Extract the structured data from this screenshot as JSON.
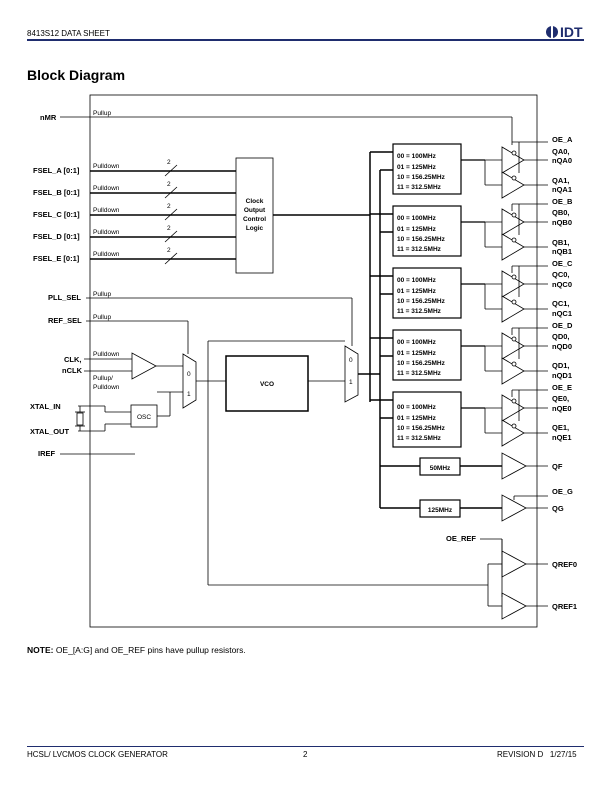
{
  "header": {
    "doc": "8413S12 DATA SHEET",
    "logo": "IDT"
  },
  "title": "Block Diagram",
  "inputs": {
    "nmr": "nMR",
    "fsel": [
      "FSEL_A [0:1]",
      "FSEL_B [0:1]",
      "FSEL_C [0:1]",
      "FSEL_D [0:1]",
      "FSEL_E [0:1]"
    ],
    "pll_sel": "PLL_SEL",
    "ref_sel": "REF_SEL",
    "clk": "CLK,",
    "nclk": "nCLK",
    "xtal_in": "XTAL_IN",
    "xtal_out": "XTAL_OUT",
    "iref": "IREF"
  },
  "resistors": {
    "pullup": "Pullup",
    "pulldown": "Pulldown",
    "pullup_pulldown_1": "Pullup/",
    "pullup_pulldown_2": "Pulldown"
  },
  "bus_width": "2",
  "blocks": {
    "control": [
      "Clock",
      "Output",
      "Control",
      "Logic"
    ],
    "vco": "VCO",
    "osc": "OSC",
    "mux0": "0",
    "mux1": "1",
    "freq_table": [
      "00 = 100MHz",
      "01 = 125MHz",
      "10 = 156.25MHz",
      "11 = 312.5MHz"
    ],
    "f50": "50MHz",
    "f125": "125MHz"
  },
  "outputs": {
    "oe_a": "OE_A",
    "qa0": "QA0,",
    "nqa0": "nQA0",
    "qa1": "QA1,",
    "nqa1": "nQA1",
    "oe_b": "OE_B",
    "qb0": "QB0,",
    "nqb0": "nQB0",
    "qb1": "QB1,",
    "nqb1": "nQB1",
    "oe_c": "OE_C",
    "qc0": "QC0,",
    "nqc0": "nQC0",
    "qc1": "QC1,",
    "nqc1": "nQC1",
    "oe_d": "OE_D",
    "qd0": "QD0,",
    "nqd0": "nQD0",
    "qd1": "QD1,",
    "nqd1": "nQD1",
    "oe_e": "OE_E",
    "qe0": "QE0,",
    "nqe0": "nQE0",
    "qe1": "QE1,",
    "nqe1": "nQE1",
    "qf": "QF",
    "oe_g": "OE_G",
    "qg": "QG",
    "oe_ref": "OE_REF",
    "qref0": "QREF0",
    "qref1": "QREF1"
  },
  "note": {
    "label": "NOTE:",
    "text": " OE_[A:G] and OE_REF pins have pullup resistors."
  },
  "footer": {
    "left": "HCSL/ LVCMOS CLOCK GENERATOR",
    "center": "2",
    "right": "REVISION D   1/27/15"
  }
}
